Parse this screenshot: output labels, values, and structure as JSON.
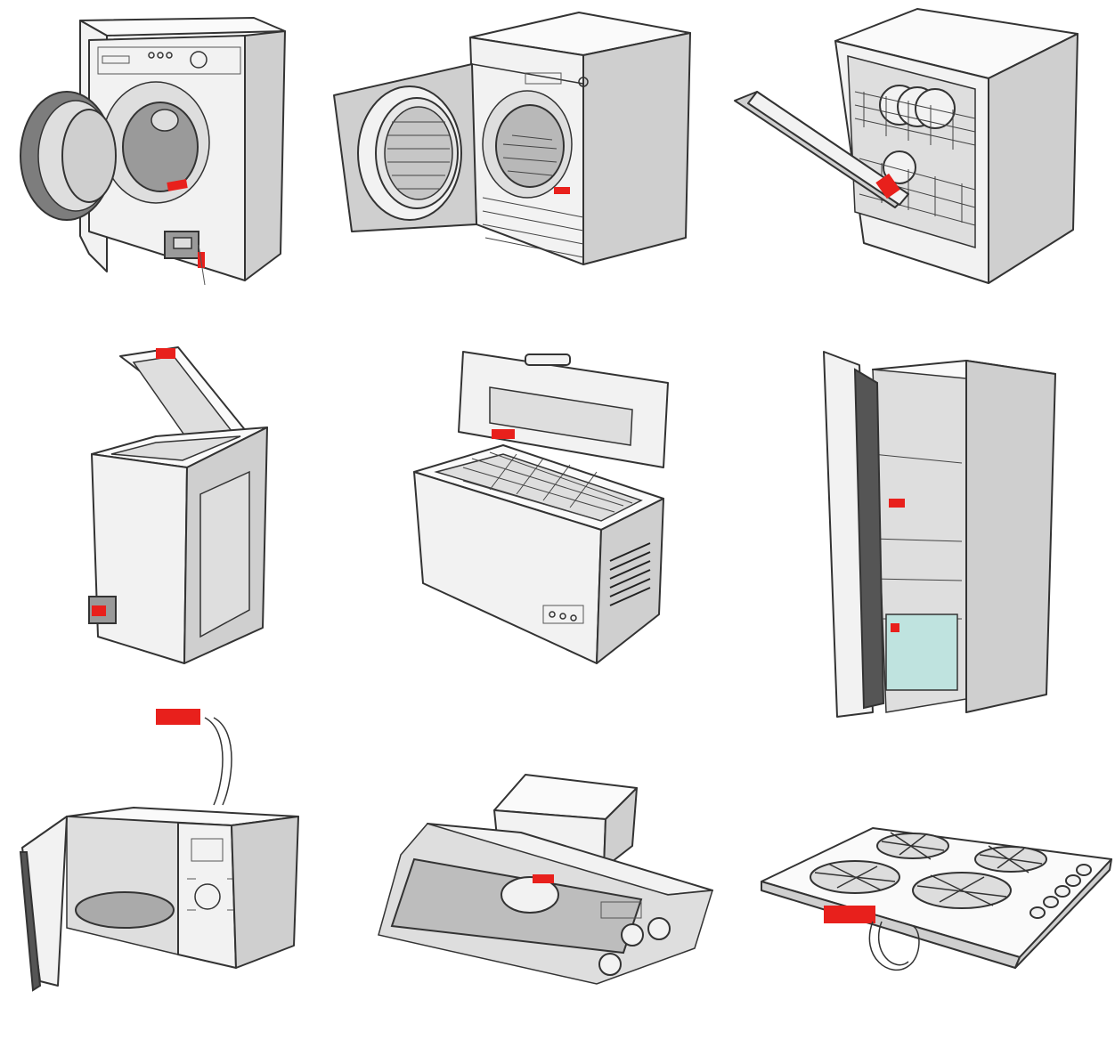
{
  "colors": {
    "label_red": "#e8201c",
    "outline": "#333333",
    "shade": "#cfcfcf",
    "face": "#f2f2f2"
  },
  "appliances": [
    {
      "name": "washing-machine",
      "row": 1,
      "col": 1
    },
    {
      "name": "tumble-dryer",
      "row": 1,
      "col": 2
    },
    {
      "name": "dishwasher",
      "row": 1,
      "col": 3
    },
    {
      "name": "top-loading-washer",
      "row": 2,
      "col": 1
    },
    {
      "name": "chest-freezer",
      "row": 2,
      "col": 2
    },
    {
      "name": "refrigerator",
      "row": 2,
      "col": 3
    },
    {
      "name": "microwave-oven",
      "row": 3,
      "col": 1
    },
    {
      "name": "cooker-hood",
      "row": 3,
      "col": 2
    },
    {
      "name": "gas-hob",
      "row": 3,
      "col": 3
    }
  ]
}
